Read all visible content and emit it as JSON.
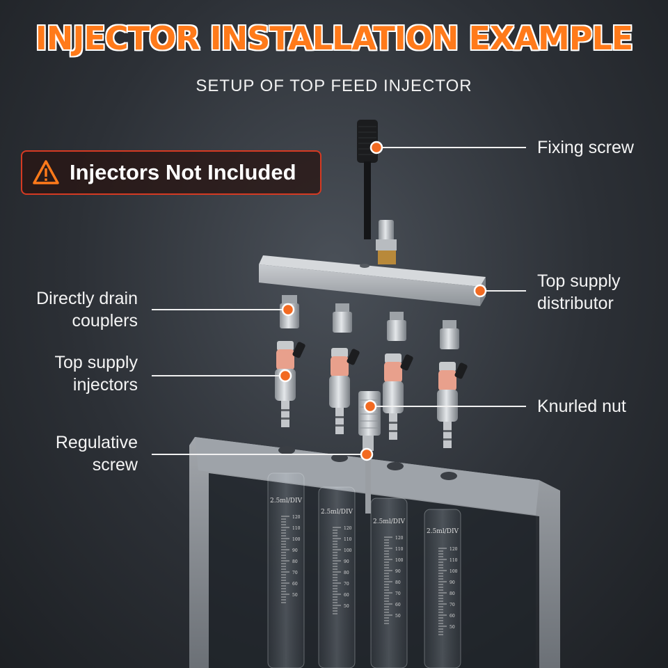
{
  "header": {
    "title": "INJECTOR INSTALLATION EXAMPLE",
    "subtitle": "SETUP OF TOP FEED INJECTOR"
  },
  "notice": {
    "icon": "warning-icon",
    "text": "Injectors Not Included",
    "border_color": "#d63a22"
  },
  "callouts": {
    "fixing_screw": "Fixing screw",
    "top_supply_distributor": {
      "line1": "Top supply",
      "line2": "distributor"
    },
    "knurled_nut": "Knurled nut",
    "directly_drain_couplers": {
      "line1": "Directly drain",
      "line2": "couplers"
    },
    "top_supply_injectors": {
      "line1": "Top supply",
      "line2": "injectors"
    },
    "regulative_screw": {
      "line1": "Regulative",
      "line2": "screw"
    }
  },
  "tubes": {
    "scale_label": "2.5ml/DIV",
    "ticks": [
      "120",
      "110",
      "100",
      "90",
      "80",
      "70",
      "60",
      "50"
    ]
  },
  "colors": {
    "accent": "#ff7a1a",
    "callout_dot": "#f26a21",
    "injector_seal": "#e8a08c"
  }
}
